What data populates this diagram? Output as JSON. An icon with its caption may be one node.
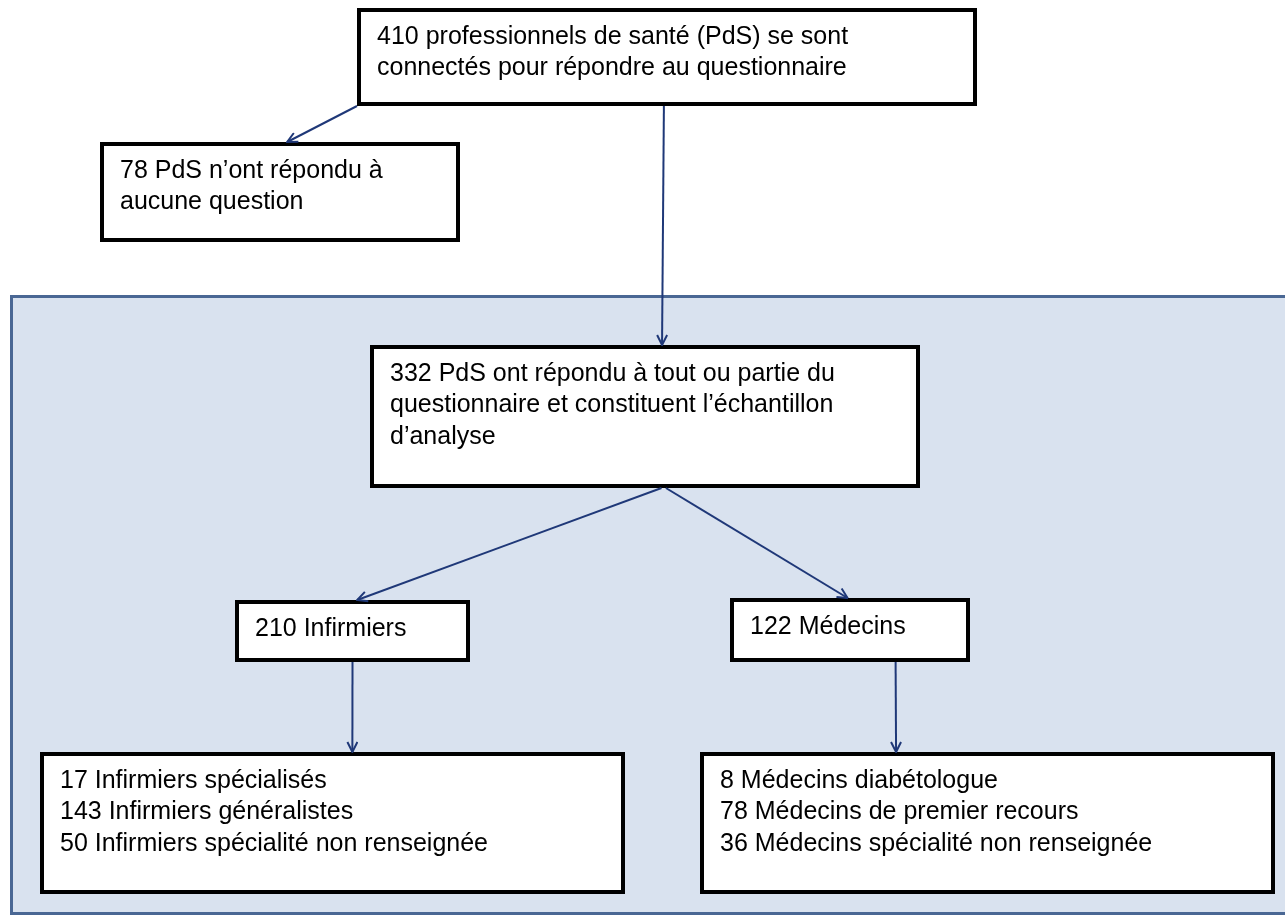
{
  "diagram": {
    "nodes": [
      {
        "text": [
          "410 professionnels de santé (PdS) se sont connectés pour répondre au questionnaire"
        ]
      },
      {
        "text": [
          "78 PdS n’ont répondu à aucune question"
        ]
      },
      {
        "text": [],
        "shape": "box"
      },
      {
        "text": [
          "332 PdS ont répondu à tout ou partie du questionnaire et constituent l’échantillon d’analyse"
        ],
        "in": 2
      },
      {
        "text": [
          "210 Infirmiers"
        ],
        "in": 2
      },
      {
        "text": [
          "122 Médecins"
        ],
        "in": 2
      },
      {
        "text": [
          "17 Infirmiers spécialisés",
          "143 Infirmiers généralistes",
          "50 Infirmiers spécialité non renseignée"
        ],
        "in": 2
      },
      {
        "text": [
          "8 Médecins diabétologue",
          "78 Médecins de premier recours",
          "36 Médecins spécialité non renseignée"
        ],
        "in": 2
      }
    ],
    "edges": [
      {
        "from": 0,
        "to": 1,
        "arrow": "to"
      },
      {
        "from": 0,
        "to": 3,
        "arrow": "to"
      },
      {
        "from": 3,
        "to": 4,
        "arrow": "to"
      },
      {
        "from": 3,
        "to": 5,
        "arrow": "to"
      },
      {
        "from": 4,
        "to": 6,
        "arrow": "to"
      },
      {
        "from": 5,
        "to": 7,
        "arrow": "to"
      }
    ]
  }
}
